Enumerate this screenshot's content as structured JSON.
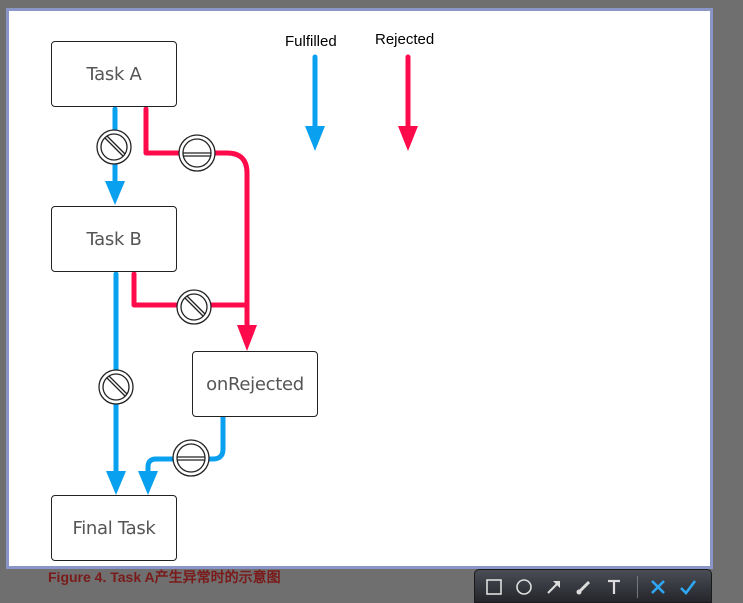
{
  "nodes": {
    "task_a": "Task A",
    "task_b": "Task B",
    "on_rejected": "onRejected",
    "final_task": "Final Task"
  },
  "legend": {
    "fulfilled": "Fulfilled",
    "rejected": "Rejected"
  },
  "caption": "Figure 4. Task A产生异常时的示意图",
  "colors": {
    "fulfilled": "#0aa0f0",
    "rejected": "#ff0b4b",
    "prohibited": "#222222"
  },
  "toolbar": {
    "tools": [
      "rectangle-icon",
      "ellipse-icon",
      "arrow-icon",
      "brush-icon",
      "text-icon",
      "cancel-icon",
      "confirm-icon"
    ]
  }
}
